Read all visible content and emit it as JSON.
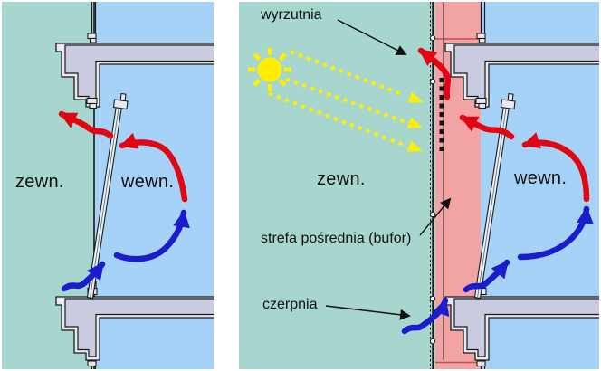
{
  "figure": {
    "type": "facade-ventilation-diagram",
    "left_panel": {
      "exterior_label": "zewn.",
      "interior_label": "wewn."
    },
    "right_panel": {
      "exterior_label": "zewn.",
      "interior_label": "wewn.",
      "exhaust_label": "wyrzutnia",
      "buffer_label": "strefa pośrednia (bufor)",
      "intake_label": "czerpnia"
    }
  },
  "colors": {
    "page-bg": "#ffffff",
    "exterior": "#a7d6cf",
    "interior": "#a6d2f7",
    "buffer": "#f2a3a3",
    "slab": "#c9cbe1",
    "slab-light": "#e9e9f1",
    "outline": "#1a1a1a",
    "warm": "#e00613",
    "cool": "#1b1cce",
    "sun": "#ffee00",
    "separator": "#c05050",
    "annotation": "#111111"
  }
}
